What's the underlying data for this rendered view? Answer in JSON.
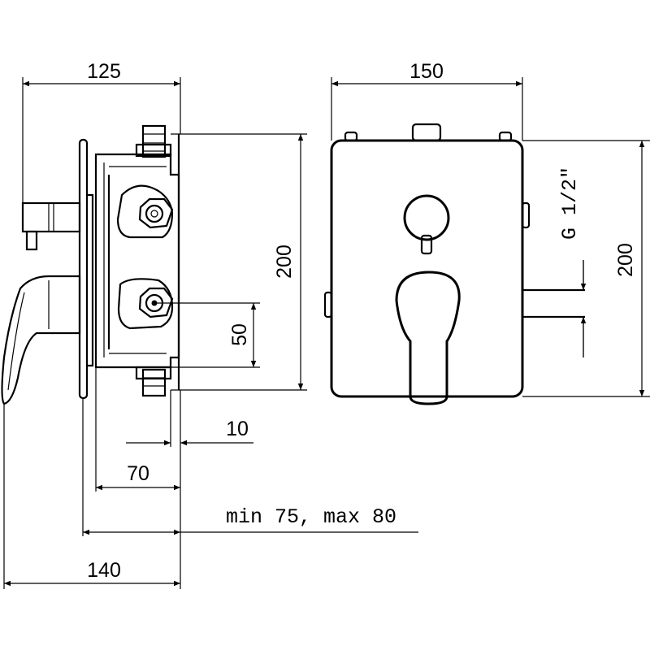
{
  "dimensions": {
    "top_left_width": "125",
    "top_right_width": "150",
    "left_height": "200",
    "right_height": "200",
    "port_spacing": "50",
    "thread": "G 1/2\"",
    "plate_offset": "10",
    "body_depth": "70",
    "install_depth": "min 75, max 80",
    "total_depth": "140"
  }
}
